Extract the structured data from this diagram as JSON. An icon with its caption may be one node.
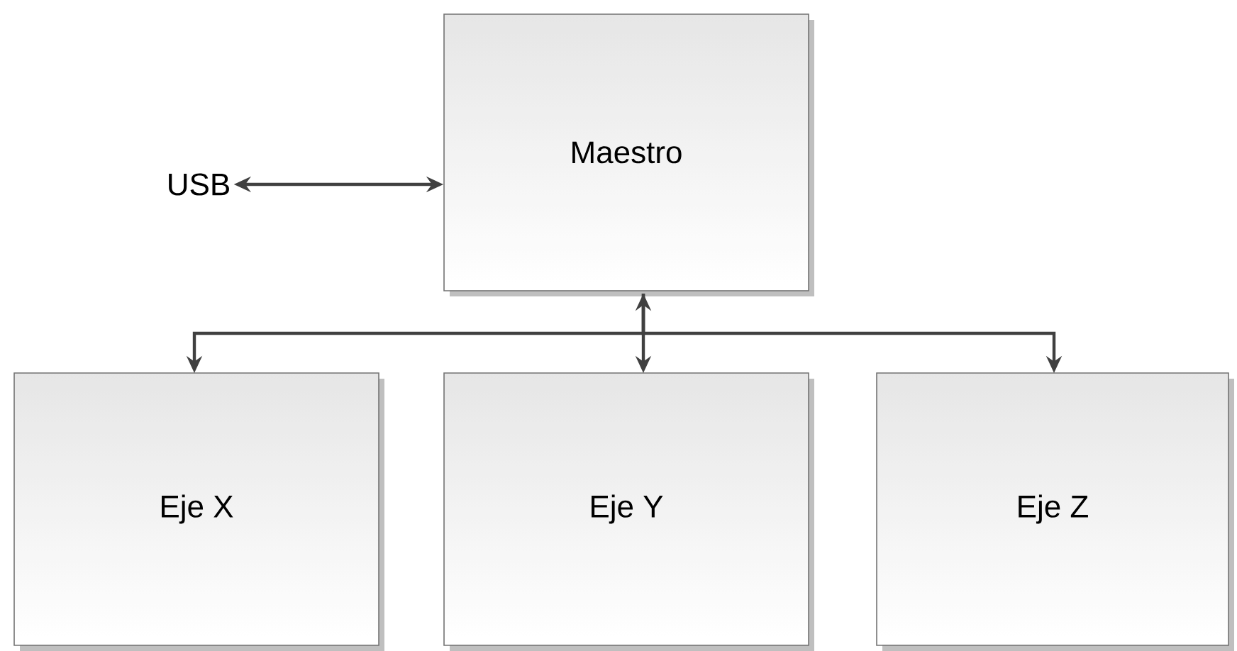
{
  "diagram": {
    "nodes": [
      {
        "text": [
          "USB"
        ]
      },
      {
        "text": [
          "Maestro"
        ]
      },
      {
        "text": [
          "Eje X"
        ]
      },
      {
        "text": [
          "Eje Y"
        ]
      },
      {
        "text": [
          "Eje Z"
        ]
      }
    ],
    "edges": [
      {
        "from": 0,
        "to": 1,
        "arrow": "both"
      },
      {
        "from": 1,
        "to": 2,
        "arrow": "to"
      },
      {
        "from": 1,
        "to": 3,
        "arrow": "both"
      },
      {
        "from": 1,
        "to": 4,
        "arrow": "to"
      }
    ]
  }
}
